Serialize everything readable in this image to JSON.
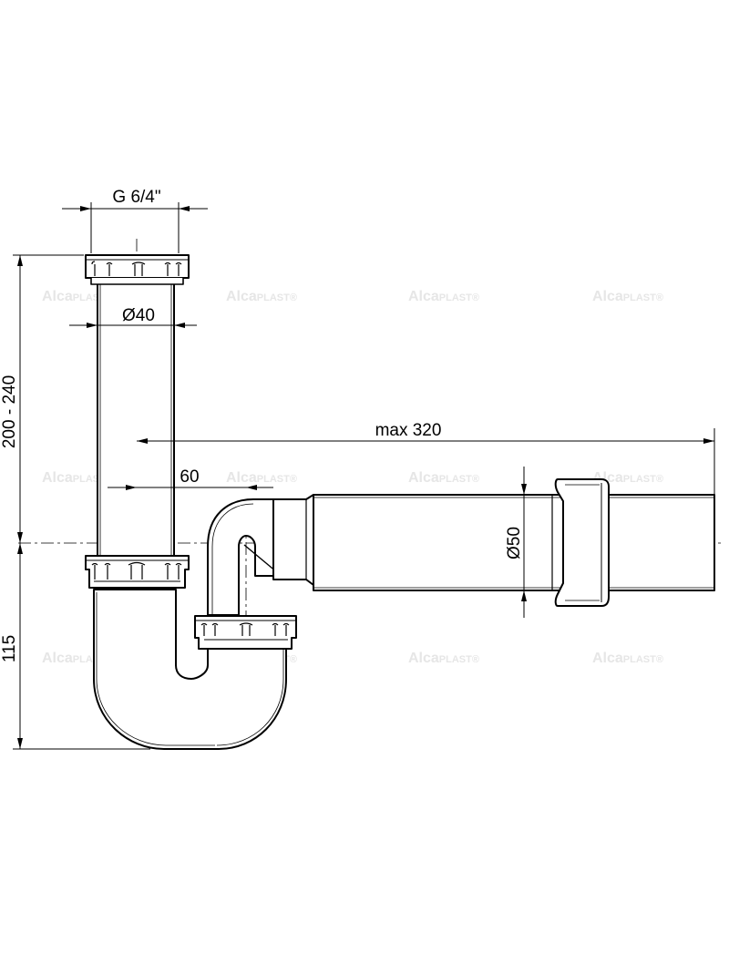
{
  "dimensions": {
    "thread": "G 6/4\"",
    "inlet_diameter": "Ø40",
    "outlet_diameter": "Ø50",
    "max_length": "max 320",
    "offset": "60",
    "height_range": "200 - 240",
    "trap_depth": "115"
  },
  "watermark": {
    "brand_a": "Alca",
    "brand_b": "PLAST",
    "mark": "®"
  },
  "colors": {
    "line": "#000000",
    "watermark": "#e6e6e6",
    "background": "#ffffff"
  }
}
